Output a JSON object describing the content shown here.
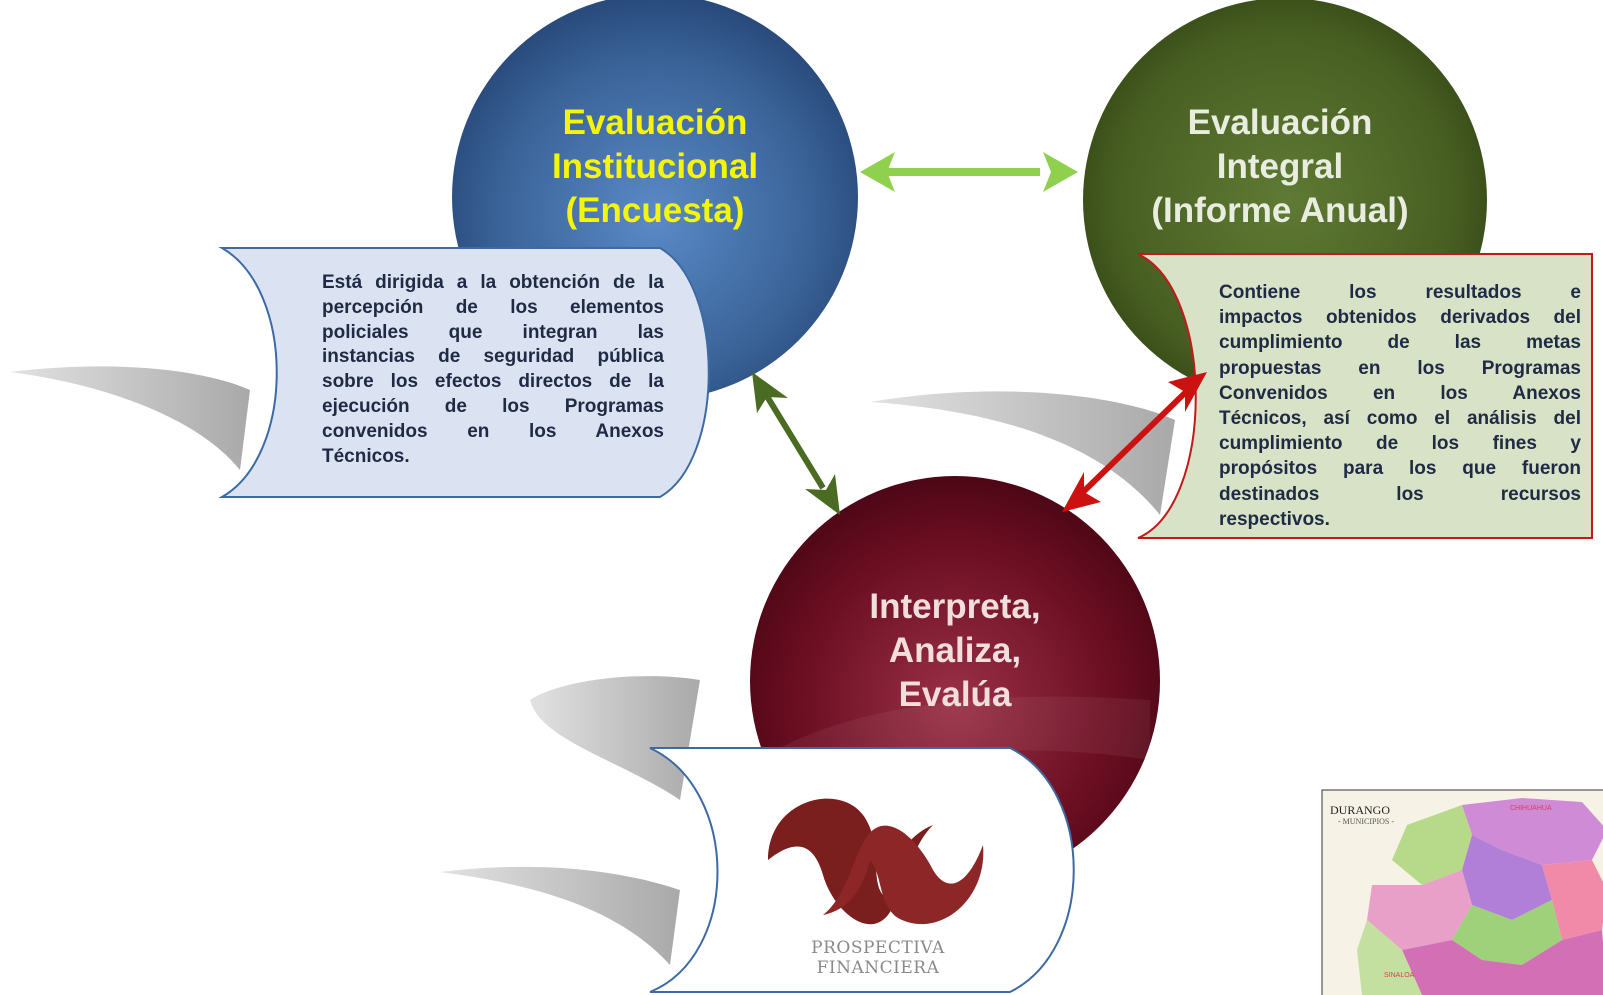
{
  "nodes": {
    "institucional": {
      "title_lines": [
        "Evaluación",
        "Institucional",
        "(Encuesta)"
      ],
      "title_color": "#f5f50a",
      "fill": "#3e6aa3",
      "description_lines": [
        "Está dirigida a la obtención de la",
        "percepción de los elementos",
        "policiales que integran las",
        "instancias de seguridad pública",
        "sobre los efectos directos de la",
        "ejecución de los Programas",
        "convenidos en los Anexos",
        "Técnicos."
      ]
    },
    "integral": {
      "title_lines": [
        "Evaluación",
        "Integral",
        "(Informe Anual)"
      ],
      "title_color": "#e8ede0",
      "fill": "#4e6426",
      "description_lines": [
        "Contiene los resultados e",
        "impactos obtenidos derivados del",
        "cumplimiento de las metas",
        "propuestas en los Programas",
        "Convenidos en los Anexos",
        "Técnicos, así como el análisis del",
        "cumplimiento de los fines y",
        "propósitos para los que fueron",
        "destinados los recursos",
        "respectivos."
      ]
    },
    "interpreta": {
      "title_lines": [
        "Interpreta,",
        "Analiza,",
        "Evalúa"
      ],
      "title_color": "#f3dede",
      "fill": "#6e0f24",
      "logo_caption": "PROSPECTIVA FINANCIERA"
    }
  },
  "arrows": {
    "institucional_integral": "#8fd14f",
    "institucional_interpreta": "#4a6b22",
    "integral_interpreta": "#cc1111"
  },
  "map": {
    "title": "DURANGO",
    "subtitle": "- MUNICIPIOS -",
    "neighbor_north": "CHIHUAHUA",
    "neighbor_west": "SINALOA"
  }
}
